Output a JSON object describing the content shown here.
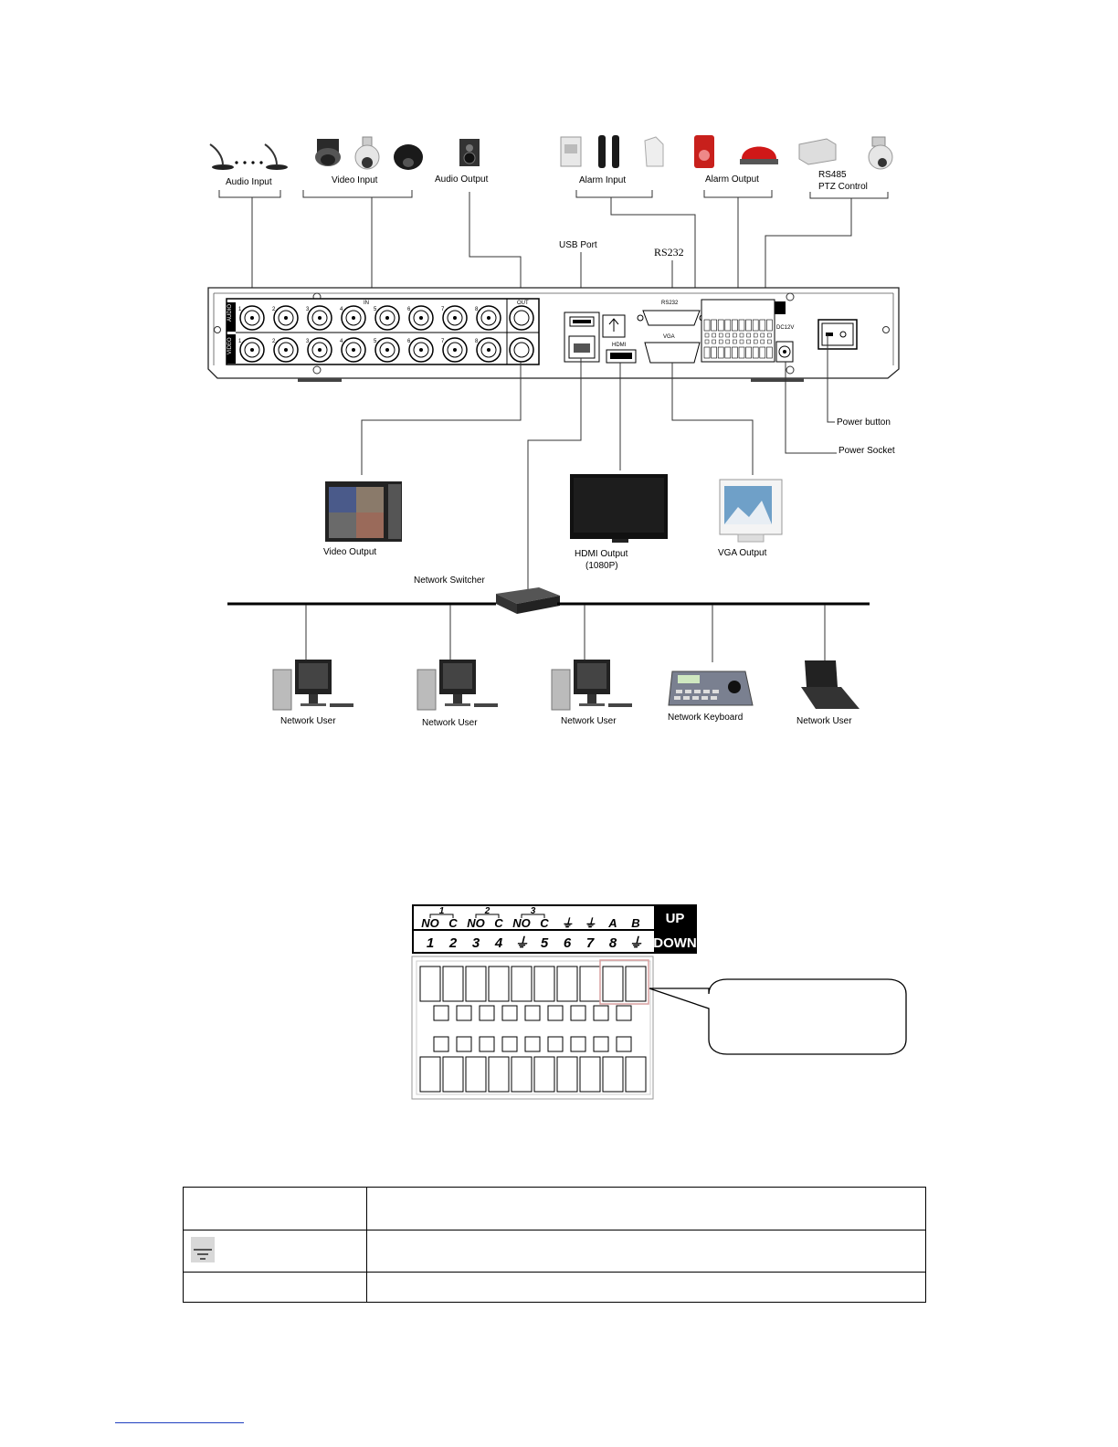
{
  "connection_diagram": {
    "devices_top": {
      "audio_input": "Audio Input",
      "video_input": "Video Input",
      "audio_output": "Audio Output",
      "alarm_input": "Alarm Input",
      "alarm_output": "Alarm Output",
      "rs485_line1": "RS485",
      "rs485_line2": "PTZ Control",
      "usb_port": "USB Port",
      "rs232": "RS232"
    },
    "panel": {
      "in_label": "IN",
      "out_label": "OUT",
      "audio_row_label": "AUDIO",
      "video_row_label": "VIDEO",
      "channel_numbers": [
        "1",
        "2",
        "3",
        "4",
        "5",
        "6",
        "7",
        "8"
      ],
      "hdmi_label": "HDMI",
      "vga_label": "VGA",
      "rs232_port_label": "RS232",
      "dc_label": "DC12V"
    },
    "devices_right": {
      "power_button": "Power button",
      "power_socket": "Power Socket"
    },
    "devices_bottom": {
      "video_output": "Video Output",
      "hdmi_output_line1": "HDMI Output",
      "hdmi_output_line2": "(1080P)",
      "vga_output": "VGA Output",
      "network_switcher": "Network Switcher"
    },
    "network_devices": [
      {
        "label": "Network User",
        "icon": "desktop-computer-icon"
      },
      {
        "label": "Network User",
        "icon": "desktop-computer-icon"
      },
      {
        "label": "Network User",
        "icon": "desktop-computer-icon"
      },
      {
        "label": "Network Keyboard",
        "icon": "keyboard-controller-icon"
      },
      {
        "label": "Network User",
        "icon": "laptop-icon"
      }
    ]
  },
  "terminal_block": {
    "top_groups": [
      "1",
      "2",
      "3"
    ],
    "top_row": [
      "NO",
      "C",
      "NO",
      "C",
      "NO",
      "C",
      "⏚",
      "⏚",
      "A",
      "B"
    ],
    "bottom_row": [
      "1",
      "2",
      "3",
      "4",
      "⏚",
      "5",
      "6",
      "7",
      "8",
      "⏚"
    ],
    "up_label": "UP",
    "down_label": "DOWN",
    "highlight_color": "#d9a0a0"
  },
  "pin_table": {
    "rows": [
      {
        "col1": "",
        "col2": ""
      },
      {
        "col1": "",
        "col2": "",
        "icon": "ground-icon"
      },
      {
        "col1": "",
        "col2": ""
      }
    ]
  }
}
